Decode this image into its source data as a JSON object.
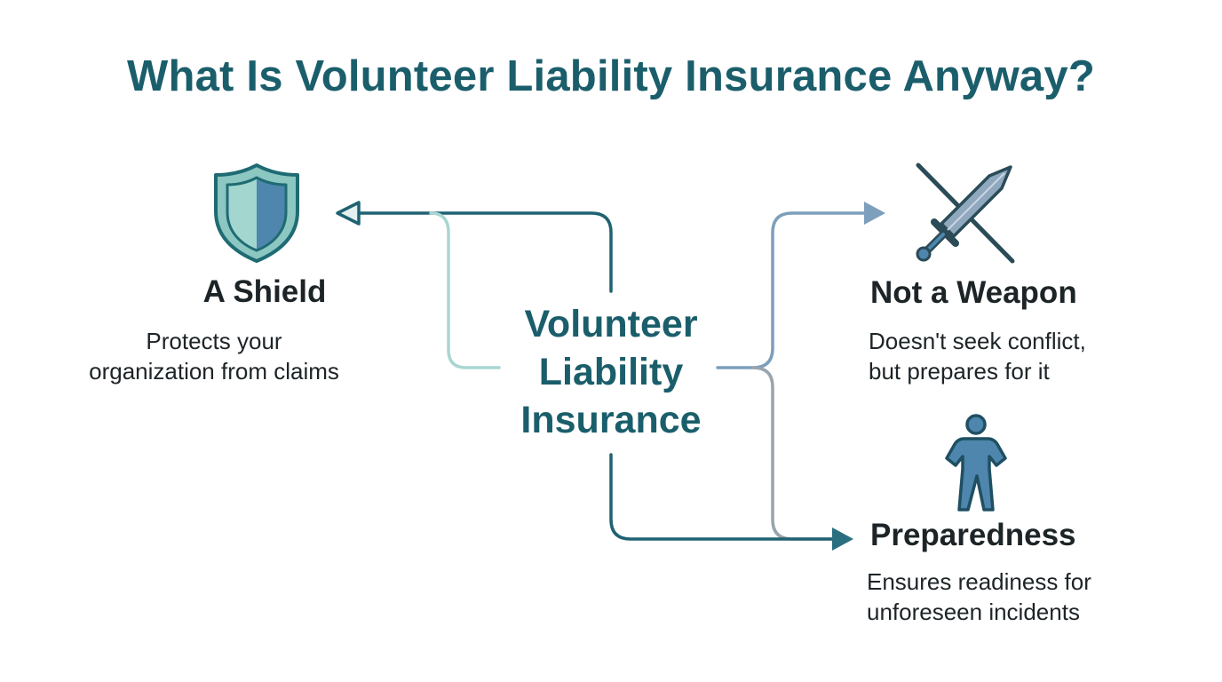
{
  "title": "What Is Volunteer Liability Insurance Anyway?",
  "center": {
    "line1": "Volunteer",
    "line2": "Liability",
    "line3": "Insurance"
  },
  "items": [
    {
      "heading": "A Shield",
      "line1": "Protects your",
      "line2": "organization from claims",
      "icon": "shield-icon"
    },
    {
      "heading": "Not a Weapon",
      "line1": "Doesn't seek conflict,",
      "line2": "but prepares for it",
      "icon": "crossed-out-sword-icon"
    },
    {
      "heading": "Preparedness",
      "line1": "Ensures readiness for",
      "line2": "unforeseen incidents",
      "icon": "person-standing-icon"
    }
  ],
  "colors": {
    "title": "#1b5e6b",
    "connector_dark": "#1f6272",
    "connector_light": "#a9d6d2",
    "connector_blue": "#7c9fbc",
    "connector_gray": "#9aa4ac",
    "text": "#1d2427"
  }
}
